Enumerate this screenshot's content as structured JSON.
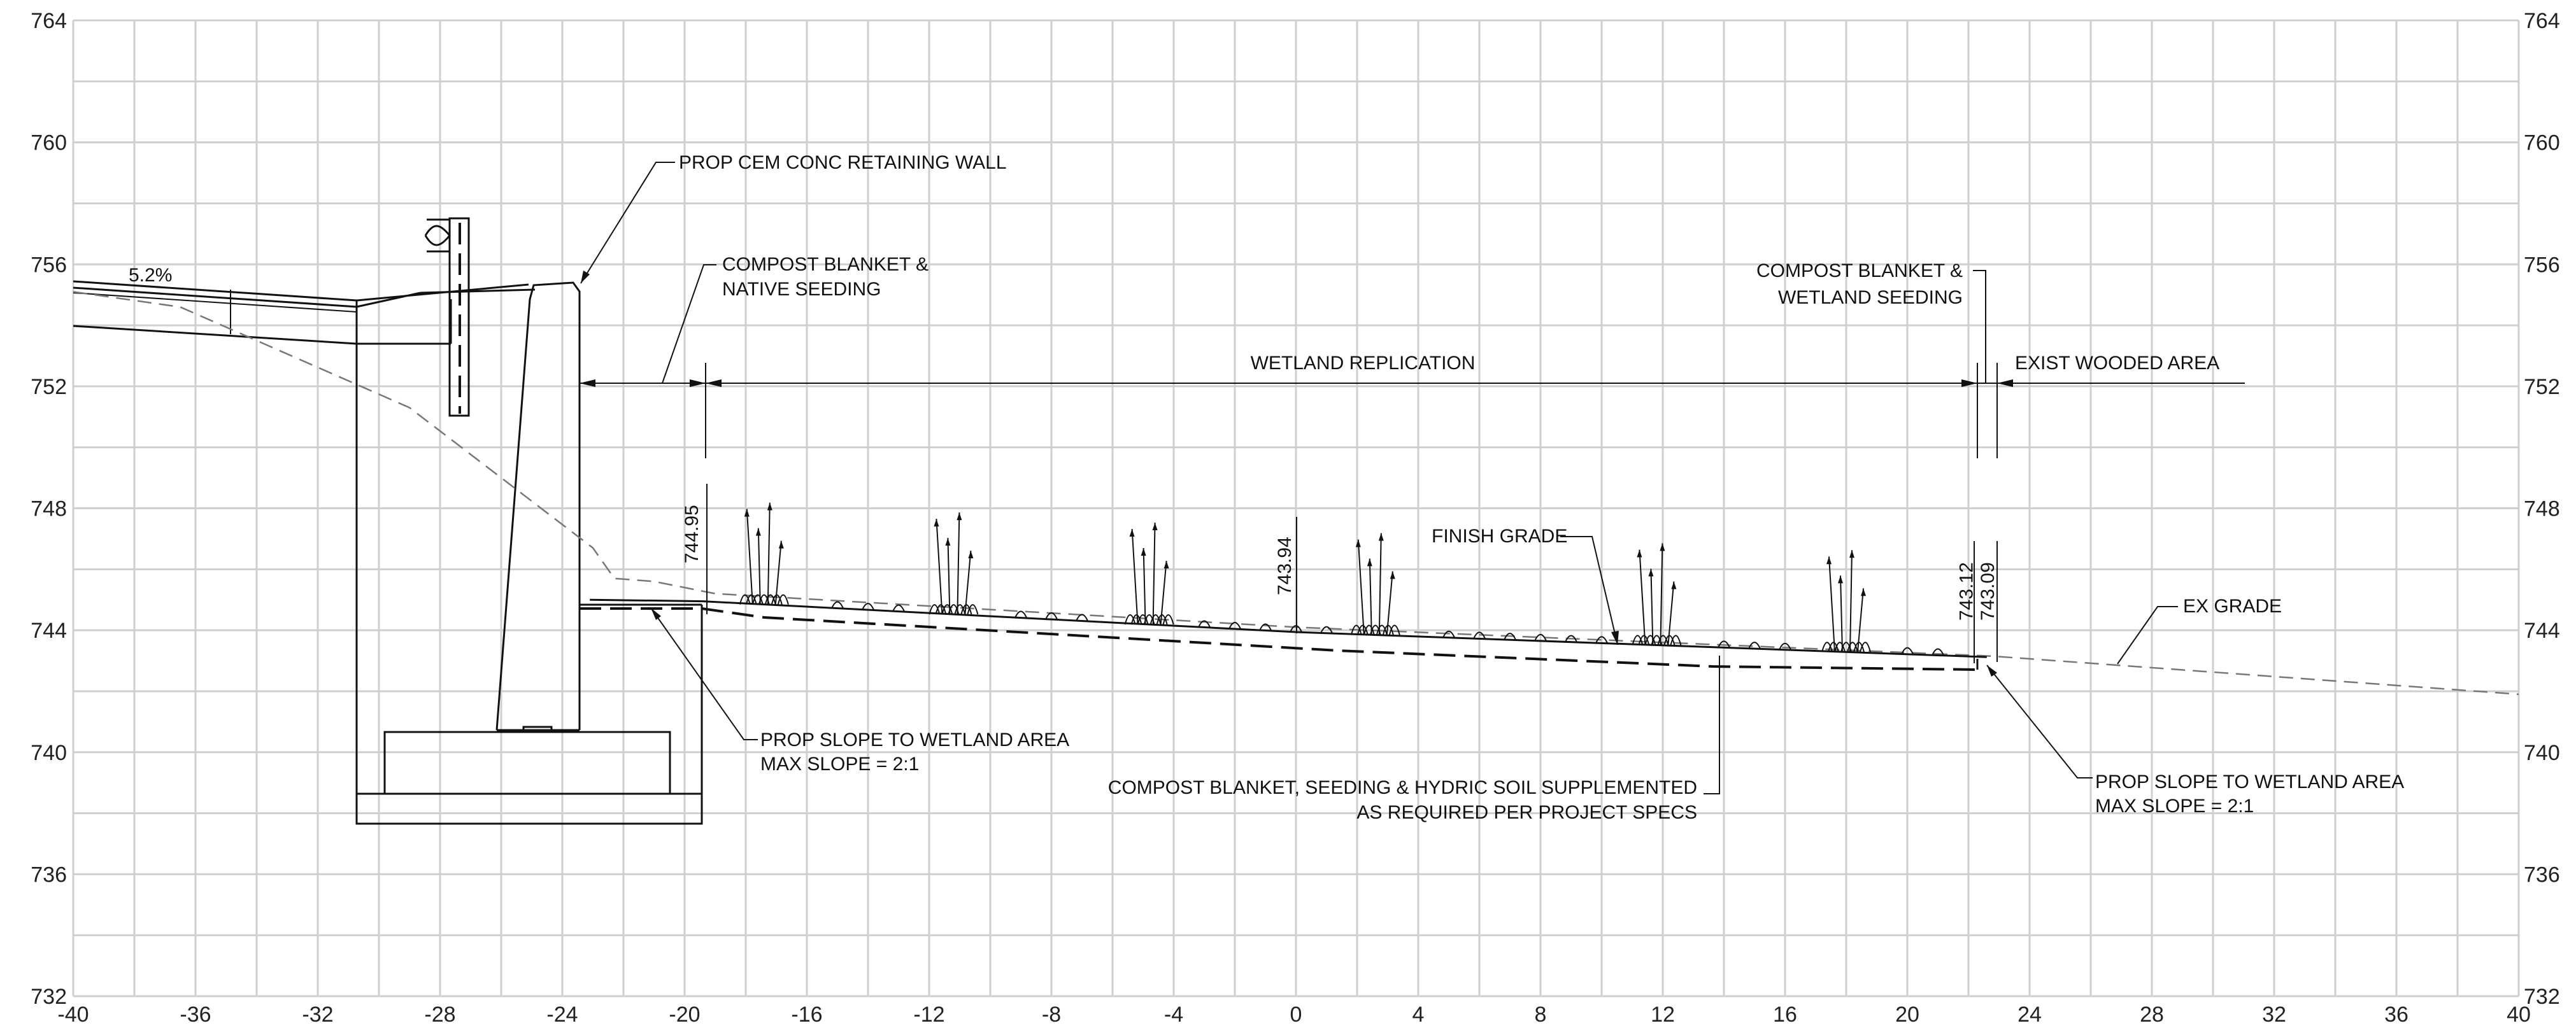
{
  "chart_data": {
    "type": "cross-section",
    "x_ticks": [
      -40,
      -36,
      -32,
      -28,
      -24,
      -20,
      -16,
      -12,
      -8,
      -4,
      0,
      4,
      8,
      12,
      16,
      20,
      24,
      28,
      32,
      36,
      40
    ],
    "y_ticks": [
      732,
      736,
      740,
      744,
      748,
      752,
      756,
      760,
      764
    ],
    "xlim": [
      -40,
      40
    ],
    "ylim": [
      732,
      764
    ],
    "grid": true,
    "ex_grade": [
      [
        -40,
        755.1
      ],
      [
        -36.5,
        754.6
      ],
      [
        -29,
        751.3
      ],
      [
        -23,
        746.7
      ],
      [
        -22.3,
        745.7
      ],
      [
        -21,
        745.6
      ],
      [
        -19,
        745.2
      ],
      [
        0,
        744.1
      ],
      [
        22.8,
        743.15
      ],
      [
        40,
        741.9
      ]
    ],
    "finish_grade": [
      [
        -23.1,
        745.0
      ],
      [
        -19.4,
        744.95
      ],
      [
        0,
        743.94
      ],
      [
        22.6,
        743.12
      ]
    ],
    "spot_elevations": [
      {
        "x": -19.4,
        "label": "744.95"
      },
      {
        "x": 0,
        "label": "743.94"
      },
      {
        "x": 22.3,
        "label": "743.12"
      },
      {
        "x": 23.0,
        "label": "743.09"
      }
    ],
    "slope_label": "5.2%"
  },
  "annotations": {
    "retaining_wall": "PROP CEM CONC RETAINING WALL",
    "compost_native_1": "COMPOST BLANKET &",
    "compost_native_2": "NATIVE SEEDING",
    "compost_wetland_1": "COMPOST BLANKET &",
    "compost_wetland_2": "WETLAND SEEDING",
    "wetland_replication": "WETLAND REPLICATION",
    "exist_wooded": "EXIST WOODED AREA",
    "finish_grade": "FINISH GRADE",
    "ex_grade": "EX GRADE",
    "prop_slope_left_1": "PROP SLOPE TO WETLAND AREA",
    "prop_slope_left_2": "MAX SLOPE = 2:1",
    "prop_slope_right_1": "PROP SLOPE TO WETLAND AREA",
    "prop_slope_right_2": "MAX SLOPE = 2:1",
    "hydric_1": "COMPOST BLANKET, SEEDING & HYDRIC SOIL SUPPLEMENTED",
    "hydric_2": "AS REQUIRED PER PROJECT SPECS"
  },
  "colors": {
    "ink": "#111111",
    "grid": "#cfcfcf",
    "ex_grade": "#777777"
  }
}
